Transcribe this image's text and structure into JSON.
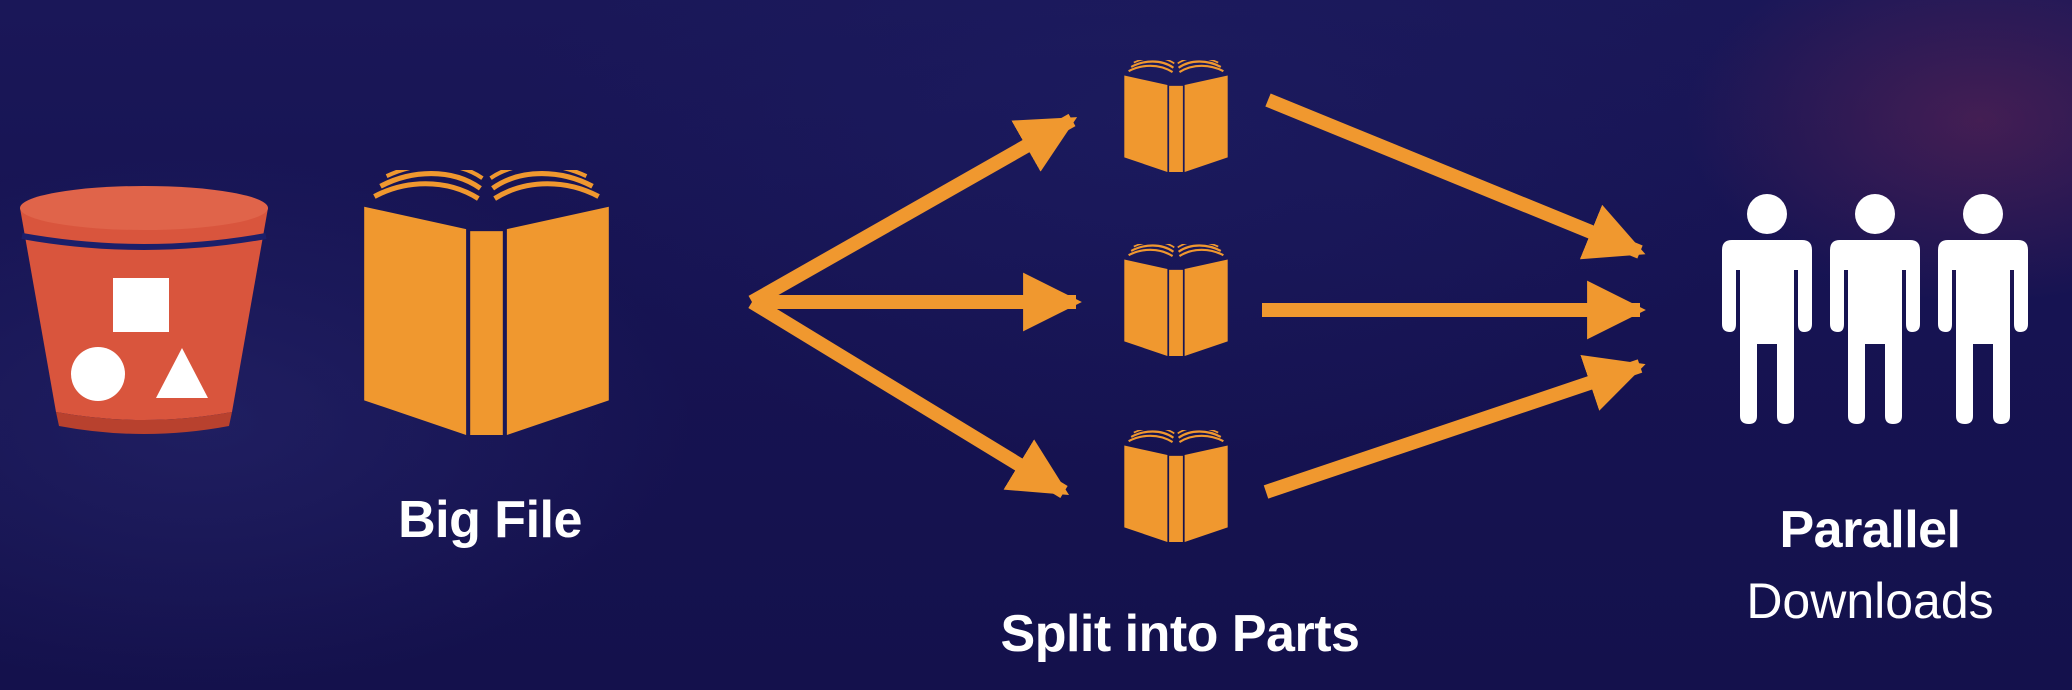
{
  "diagram": {
    "bucket": {
      "icon": "s3-bucket-icon",
      "color": "#d9553d"
    },
    "big_file": {
      "icon": "open-book-icon",
      "label": "Big File",
      "color": "#f0982f"
    },
    "parts": {
      "label": "Split into Parts",
      "items": [
        {
          "icon": "open-book-icon"
        },
        {
          "icon": "open-book-icon"
        },
        {
          "icon": "open-book-icon"
        }
      ]
    },
    "downloaders": {
      "label_bold": "Parallel",
      "label_regular": "Downloads",
      "count": 3,
      "icon": "person-icon"
    },
    "arrow_color": "#f0982f"
  }
}
